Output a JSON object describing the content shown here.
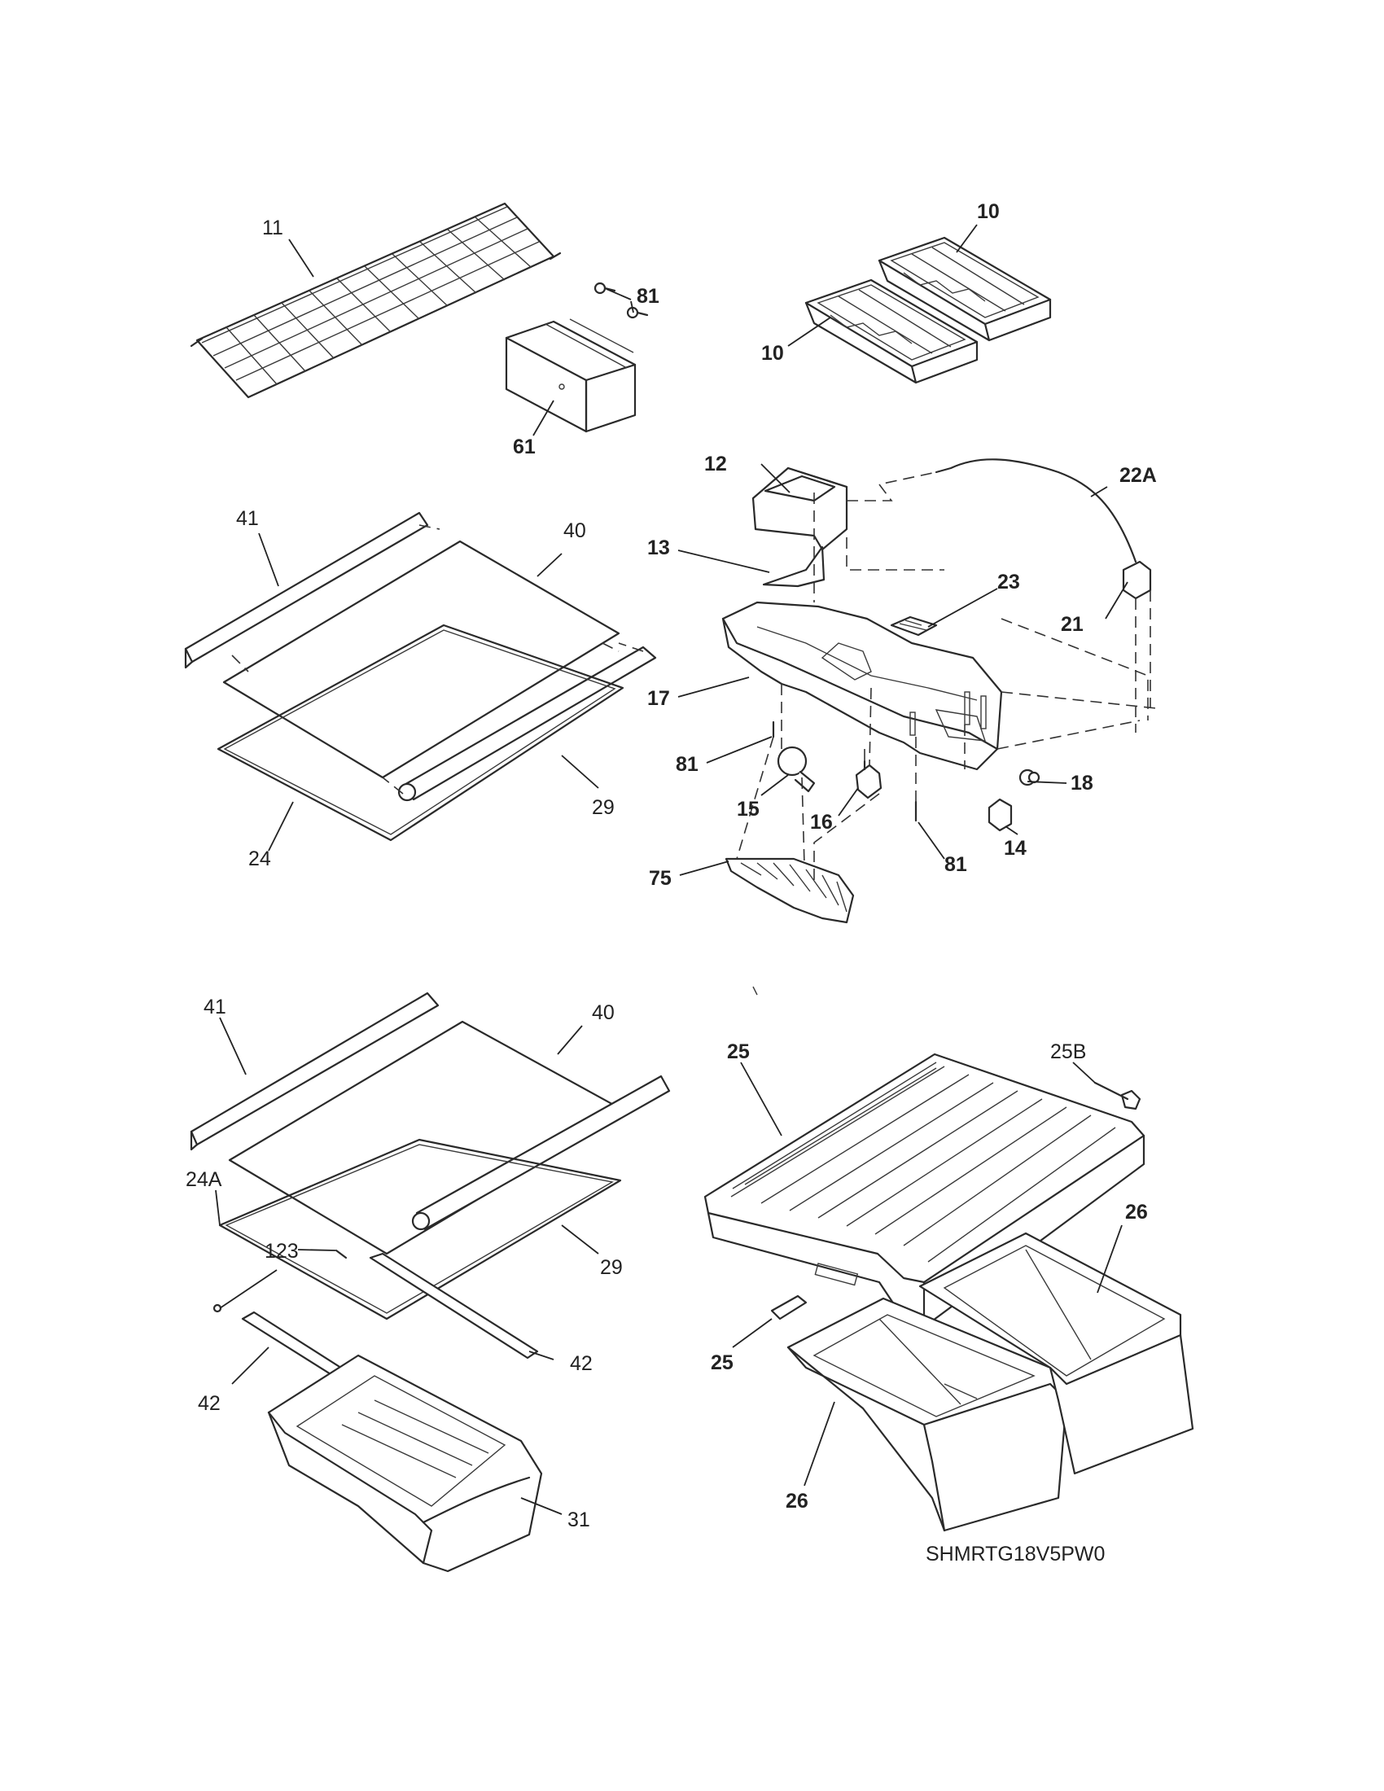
{
  "diagram_code": "SHMRTG18V5PW0",
  "callouts": {
    "c11": "11",
    "c81a": "81",
    "c61": "61",
    "c10a": "10",
    "c10b": "10",
    "c12": "12",
    "c22A": "22A",
    "c13": "13",
    "c23": "23",
    "c21": "21",
    "c17": "17",
    "c81b": "81",
    "c15": "15",
    "c16": "16",
    "c81c": "81",
    "c18": "18",
    "c14": "14",
    "c75": "75",
    "c41a": "41",
    "c40a": "40",
    "c29a": "29",
    "c24": "24",
    "c41b": "41",
    "c40b": "40",
    "c24A": "24A",
    "c123": "123",
    "c29b": "29",
    "c42a": "42",
    "c42b": "42",
    "c31": "31",
    "c25a": "25",
    "c25B": "25B",
    "c26a": "26",
    "c25b": "25",
    "c26b": "26"
  }
}
